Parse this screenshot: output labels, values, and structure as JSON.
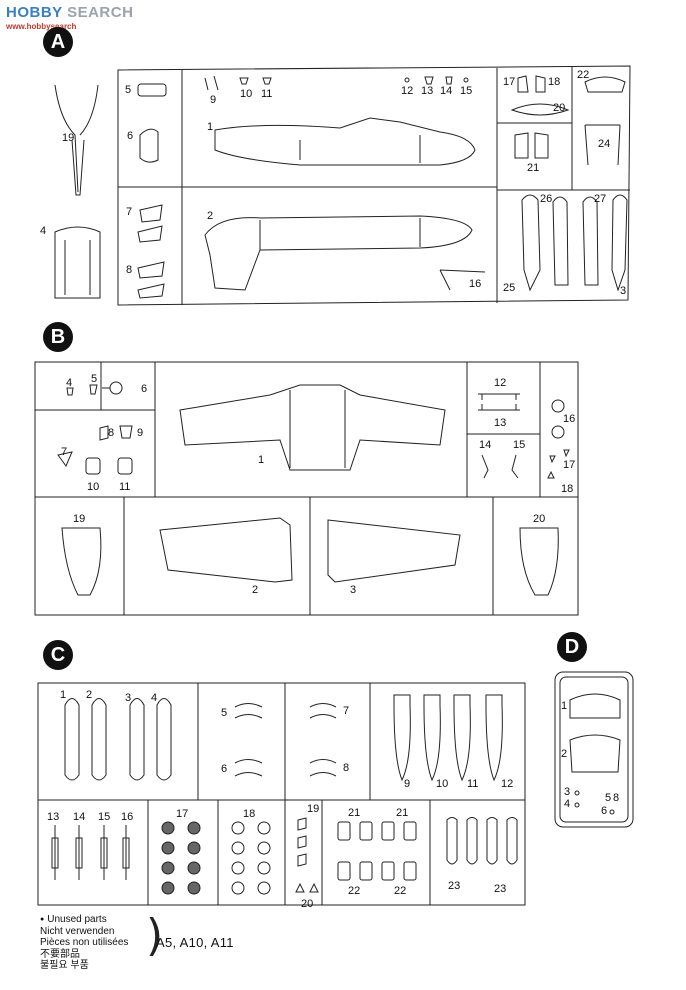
{
  "watermark": {
    "brand_a": "HOBBY",
    "brand_b": " SEARCH",
    "sub": "www.hobbysearch"
  },
  "sections": {
    "a": "A",
    "b": "B",
    "c": "C",
    "d": "D"
  },
  "unused": {
    "lines": [
      "Unused parts",
      "Nicht verwenden",
      "Pièces non utilisées",
      "不要部品",
      "불필요 부품"
    ],
    "parts": "A5, A10, A11"
  },
  "labels": {
    "a": [
      "1",
      "2",
      "3",
      "4",
      "5",
      "6",
      "7",
      "8",
      "9",
      "10",
      "11",
      "12",
      "13",
      "14",
      "15",
      "16",
      "17",
      "18",
      "19",
      "20",
      "21",
      "22",
      "24",
      "25",
      "26",
      "27"
    ],
    "b": [
      "1",
      "2",
      "3",
      "4",
      "5",
      "6",
      "7",
      "8",
      "9",
      "10",
      "11",
      "12",
      "13",
      "14",
      "15",
      "16",
      "17",
      "18",
      "19",
      "20"
    ],
    "c": [
      "1",
      "2",
      "3",
      "4",
      "5",
      "6",
      "7",
      "8",
      "9",
      "10",
      "11",
      "12",
      "13",
      "14",
      "15",
      "16",
      "17",
      "18",
      "19",
      "20",
      "21",
      "21",
      "22",
      "22",
      "23",
      "23"
    ],
    "d": [
      "1",
      "2",
      "3",
      "4",
      "5",
      "6",
      "8"
    ]
  }
}
